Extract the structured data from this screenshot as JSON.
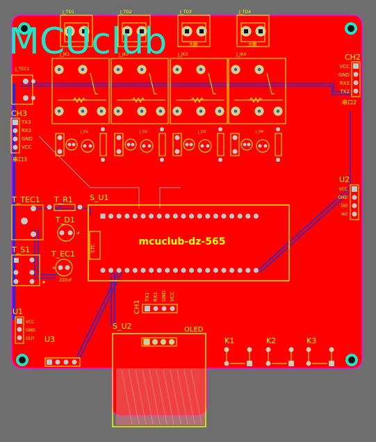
{
  "board": {
    "watermark": "MCUclub",
    "mcu_label": "mcuclub-dz-565",
    "oled_label": "OLED"
  },
  "top_connectors": [
    {
      "name": "J_TD1"
    },
    {
      "name": "J_TD2"
    },
    {
      "name": "J_TD3",
      "sub": "大棚"
    },
    {
      "name": "J_TD4",
      "sub": "大棚"
    }
  ],
  "relays": [
    "J_JK1",
    "J_JK2",
    "J_JK3",
    "J_JK4"
  ],
  "left_labels": {
    "tec1": "J_TEC1",
    "ch3": "CH3",
    "ch3_pins": [
      "TX3",
      "RX3",
      "GND",
      "VCC"
    ],
    "ch3_sub": "串口3",
    "t_tec1": "T_TEC1",
    "t_r1": "T_R1",
    "t_d1": "T_D1",
    "t_ec1": "T_EC1",
    "t_ec1_val": "220uF",
    "t_s1": "T_S1",
    "u1": "U1",
    "u1_pins": [
      "VCC",
      "GND",
      "OUT"
    ],
    "u3": "U3",
    "s_u1": "S_U1",
    "s_u2": "S_U2",
    "st_box": "STC"
  },
  "right_labels": {
    "ch2": "CH2",
    "ch2_pins": [
      "VCC",
      "GND",
      "RX2",
      "TX2"
    ],
    "ch2_sub": "串口2",
    "u2": "U2",
    "u2_pins": [
      "VCC",
      "GND",
      "DO",
      "AO"
    ]
  },
  "ch1": {
    "label": "CH1",
    "pins": [
      "TX1",
      "RX1",
      "GND",
      "VCC"
    ]
  },
  "keys": [
    "K1",
    "K2",
    "K3"
  ],
  "sensor_labels": [
    "J_D1",
    "J_D2",
    "J_D3",
    "J_D4"
  ],
  "colors": {
    "board": "#ff0000",
    "silk": "#ffff00",
    "outline": "#ff00ff",
    "watermark": "#1ee6c8",
    "trace": "#2b2bd6",
    "pad": "#c8c8c8",
    "bg": "#6e6e6e"
  }
}
